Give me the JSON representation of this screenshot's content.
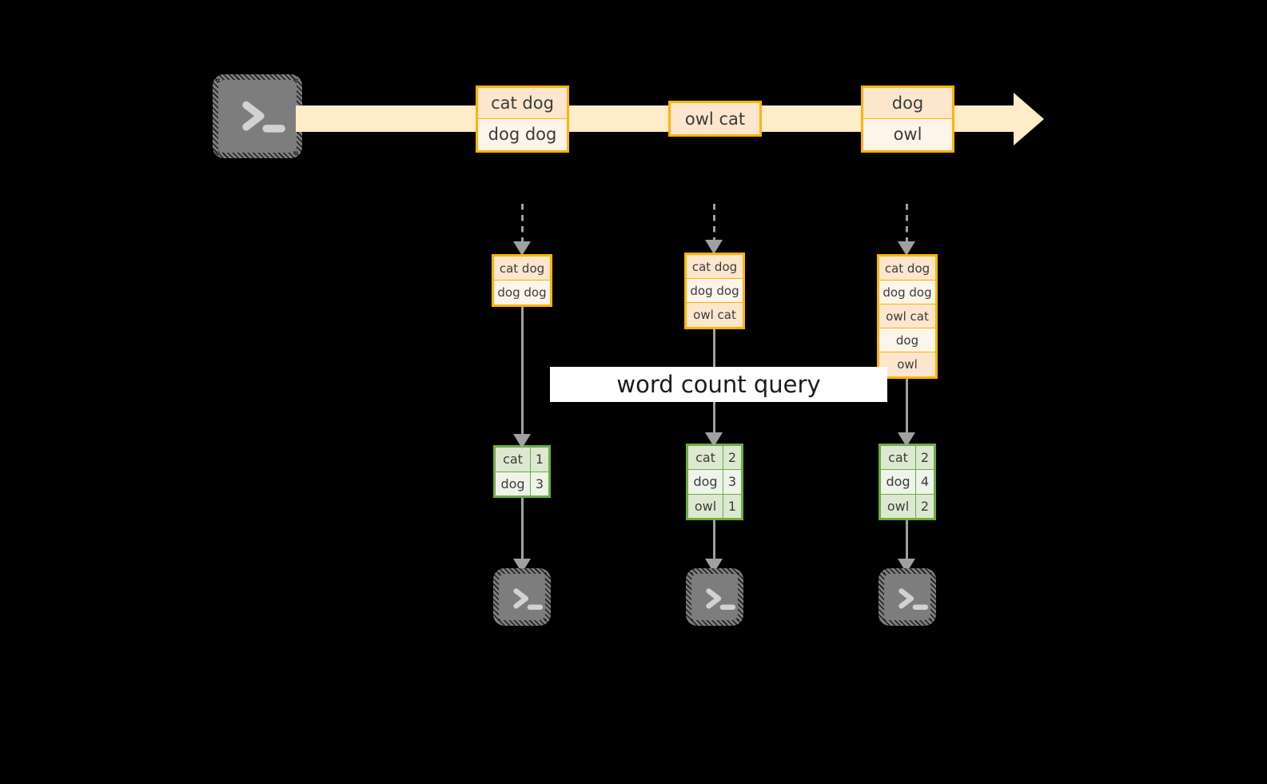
{
  "diagram": {
    "title_label": "word count query",
    "colors": {
      "stream_fill": "#ffecc9",
      "record_border": "#ffb400",
      "record_fill_dark": "#fce6cd",
      "record_fill_light": "#fdf4ea",
      "result_border": "#6eac42",
      "result_fill_dark": "#dde8d1",
      "result_fill_light": "#eef4e9",
      "connector": "#a0a0a0",
      "console_fill": "#7d7d7d",
      "label_band": "#ffffff",
      "background": "#000000"
    },
    "source": {
      "icon": "console-prompt-icon",
      "name": "source-console"
    },
    "stream": {
      "name": "event-stream-arrow",
      "events": [
        {
          "name": "stream-record-1",
          "lines": [
            "cat dog",
            "dog dog"
          ]
        },
        {
          "name": "stream-record-2",
          "lines": [
            "owl cat"
          ]
        },
        {
          "name": "stream-record-3",
          "lines": [
            "dog",
            "owl"
          ]
        }
      ]
    },
    "snapshots": [
      {
        "name": "snapshot-1",
        "table_name": "materialized-view-1",
        "records": [
          "cat dog",
          "dog dog"
        ],
        "counts": [
          {
            "word": "cat",
            "count": "1"
          },
          {
            "word": "dog",
            "count": "3"
          }
        ],
        "sink_icon": "console-prompt-icon"
      },
      {
        "name": "snapshot-2",
        "table_name": "materialized-view-2",
        "records": [
          "cat dog",
          "dog dog",
          "owl cat"
        ],
        "counts": [
          {
            "word": "cat",
            "count": "2"
          },
          {
            "word": "dog",
            "count": "3"
          },
          {
            "word": "owl",
            "count": "1"
          }
        ],
        "sink_icon": "console-prompt-icon"
      },
      {
        "name": "snapshot-3",
        "table_name": "materialized-view-3",
        "records": [
          "cat dog",
          "dog dog",
          "owl cat",
          "dog",
          "owl"
        ],
        "counts": [
          {
            "word": "cat",
            "count": "2"
          },
          {
            "word": "dog",
            "count": "4"
          },
          {
            "word": "owl",
            "count": "2"
          }
        ],
        "sink_icon": "console-prompt-icon"
      }
    ]
  }
}
